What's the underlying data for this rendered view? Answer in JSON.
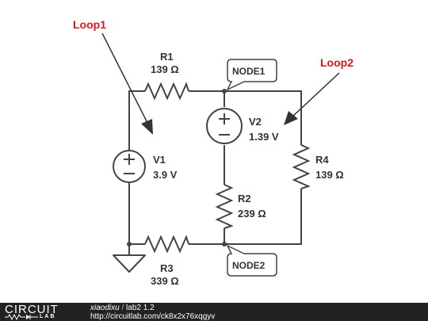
{
  "loops": {
    "loop1": "Loop1",
    "loop2": "Loop2"
  },
  "nodes": {
    "node1": "NODE1",
    "node2": "NODE2"
  },
  "components": {
    "r1": {
      "name": "R1",
      "value": "139 Ω"
    },
    "r2": {
      "name": "R2",
      "value": "239 Ω"
    },
    "r3": {
      "name": "R3",
      "value": "339 Ω"
    },
    "r4": {
      "name": "R4",
      "value": "139 Ω"
    },
    "v1": {
      "name": "V1",
      "value": "3.9 V"
    },
    "v2": {
      "name": "V2",
      "value": "1.39 V"
    }
  },
  "colors": {
    "wire": "#444444",
    "loop_label": "#e8141b",
    "footer_bg": "#222222"
  },
  "footer": {
    "logo_top": "CIRCUIT",
    "logo_bottom": "LAB",
    "user": "xiaodixu",
    "separator": "/",
    "project": "lab2 1.2",
    "url": "http://circuitlab.com/ck8x2x76xqgyv"
  }
}
